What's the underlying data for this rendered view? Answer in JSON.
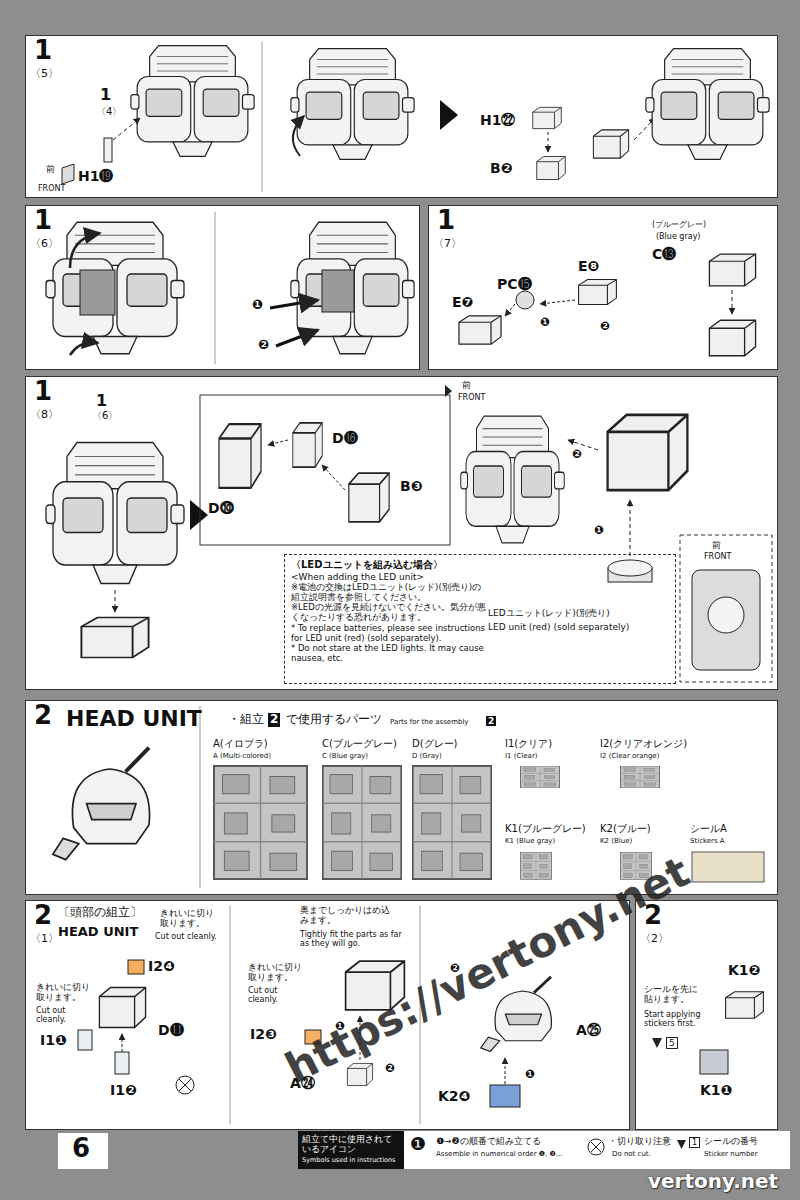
{
  "diagram": {
    "nodes": [
      {
        "text": [
          "1",
          "〈5〉"
        ]
      },
      {
        "text": [
          "1",
          "〈6〉"
        ]
      },
      {
        "text": [
          "1",
          "〈7〉"
        ]
      },
      {
        "text": [
          "1",
          "〈8〉"
        ]
      },
      {
        "text": [
          "〈LEDユニットを組み込む場合〉",
          "<When adding the LED unit>",
          "※電池の交換はLEDユニット(レッド)(別売り)の組立説明書を参照してください。",
          "※LEDの光源を見続けないでください。気分が悪くなったりする恐れがあります。",
          "* To replace batteries, please see instructions for LED unit (red) (sold separately).",
          "* Do not stare at the LED lights. It may cause nausea, etc."
        ],
        "in": 3
      },
      {
        "text": [
          "2",
          "HEAD UNIT"
        ]
      },
      {
        "text": [
          "2",
          "〔頭部の組立〕",
          "〈1〉",
          "HEAD UNIT"
        ]
      },
      {
        "text": [
          "2",
          "〈2〉"
        ]
      }
    ],
    "labels": [
      "1",
      "〈4〉",
      "前",
      "FRONT",
      "H1⓳",
      "H1㉒",
      "B❷",
      "❶",
      "❷",
      "(ブルーグレー)",
      "(Blue gray)",
      "C⓭",
      "PC⓯",
      "E❽",
      "E❼",
      "❶",
      "❷",
      "1",
      "〈6〉",
      "D⓰",
      "D⓾",
      "B❸",
      "前",
      "FRONT",
      "❷",
      "❶",
      "LEDユニット(レッド)(別売り)",
      "LED unit (red) (sold separately)",
      "前",
      "FRONT",
      "・組立",
      "2",
      "で使用するパーツ",
      "Parts for the assembly",
      "2",
      "A(イロプラ)",
      "A (Multi-colored)",
      "C(ブルーグレー)",
      "C (Blue gray)",
      "D(グレー)",
      "D (Gray)",
      "I1(クリア)",
      "I1 (Clear)",
      "I2(クリアオレンジ)",
      "I2 (Clear orange)",
      "K1(ブルーグレー)",
      "K1 (Blue gray)",
      "K2(ブルー)",
      "K2 (Blue)",
      "シールA",
      "Stickers A",
      "I2❹",
      "きれいに切り取ります。",
      "Cut out cleanly.",
      "きれいに切り取ります。",
      "Cut out cleanly.",
      "I1❶",
      "D⓫",
      "I1❷",
      "きれいに切り取ります。",
      "Cut out cleanly.",
      "I2❸",
      "❶",
      "奥までしっかりはめ込みます。",
      "Tightly fit the parts as far as they will go.",
      "A㉔",
      "❷",
      "❷",
      "❶",
      "K2❹",
      "A㉕",
      "シールを先に貼ります。",
      "Start applying stickers first.",
      "K1❷",
      "5",
      "K1❶",
      "6",
      "組立て中に使用されているアイコン",
      "Symbols used in instructions",
      "❶",
      "❶→❷の順番で組み立てる",
      "Assemble in numerical order ❶, ❷...",
      "・切り取り注意",
      "Do not cut.",
      "1",
      "シールの番号",
      "Sticker number",
      "https://vertony.net",
      "vertony.net"
    ]
  }
}
